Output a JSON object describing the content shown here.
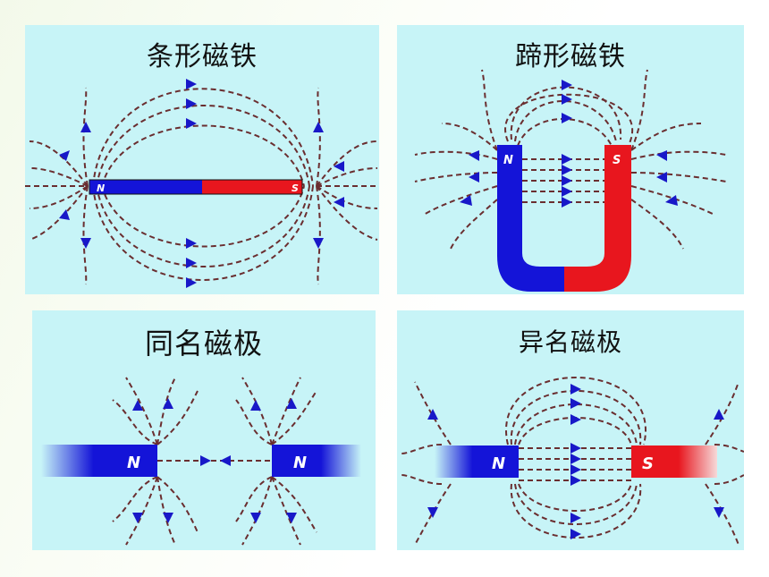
{
  "panels": [
    {
      "title": "条形磁铁",
      "north_label": "N",
      "south_label": "S"
    },
    {
      "title": "蹄形磁铁",
      "north_label": "N",
      "south_label": "S"
    },
    {
      "title": "同名磁极",
      "left_label": "N",
      "right_label": "N"
    },
    {
      "title": "异名磁极",
      "left_label": "N",
      "right_label": "S"
    }
  ],
  "colors": {
    "panel_bg": "#c7f4f7",
    "north": "#1414d8",
    "south": "#e8161e",
    "field_line": "#6a2e30",
    "arrow": "#1818c8"
  }
}
